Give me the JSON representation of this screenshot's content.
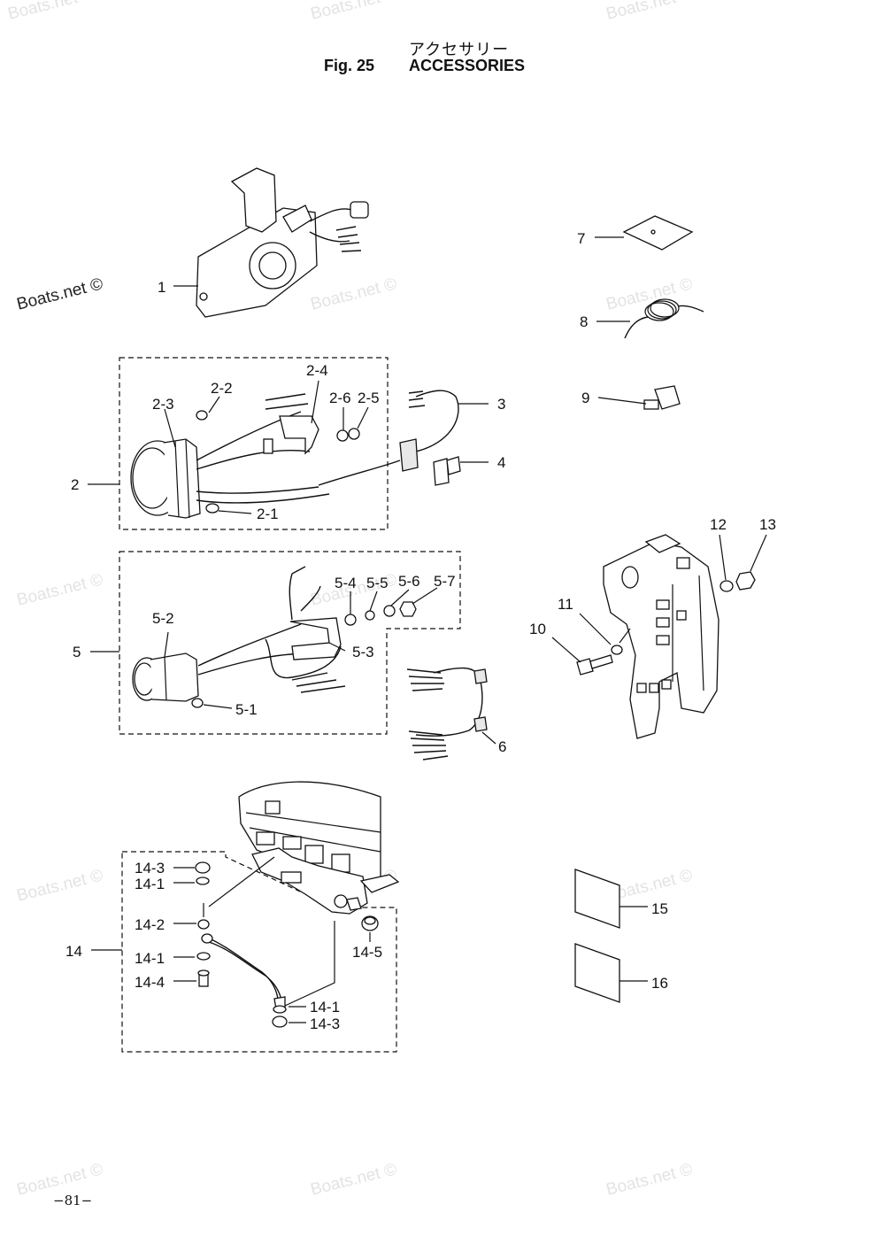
{
  "header": {
    "title_ja": "アクセサリー",
    "fig_label": "Fig. 25",
    "title_en": "ACCESSORIES"
  },
  "page_number": "−81−",
  "watermark": {
    "text": "Boats.net ©"
  },
  "callouts": {
    "c1": "1",
    "c2": "2",
    "c2_1": "2-1",
    "c2_2": "2-2",
    "c2_3": "2-3",
    "c2_4": "2-4",
    "c2_5": "2-5",
    "c2_6": "2-6",
    "c3": "3",
    "c4": "4",
    "c5": "5",
    "c5_1": "5-1",
    "c5_2": "5-2",
    "c5_3": "5-3",
    "c5_4": "5-4",
    "c5_5": "5-5",
    "c5_6": "5-6",
    "c5_7": "5-7",
    "c6": "6",
    "c7": "7",
    "c8": "8",
    "c9": "9",
    "c10": "10",
    "c11": "11",
    "c12": "12",
    "c13": "13",
    "c14": "14",
    "c14_1a": "14-1",
    "c14_1b": "14-1",
    "c14_1c": "14-1",
    "c14_2": "14-2",
    "c14_3a": "14-3",
    "c14_3b": "14-3",
    "c14_4": "14-4",
    "c14_5": "14-5",
    "c15": "15",
    "c16": "16"
  }
}
